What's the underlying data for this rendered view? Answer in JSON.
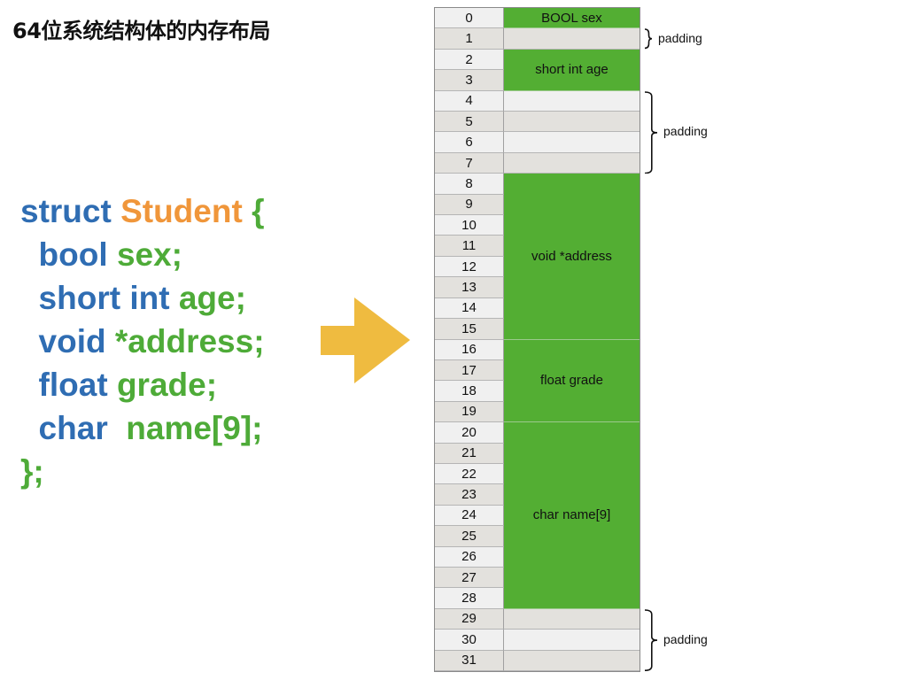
{
  "title": "64位系统结构体的内存布局",
  "code": {
    "lines": [
      [
        {
          "t": "struct ",
          "c": "kw"
        },
        {
          "t": "Student ",
          "c": "ty"
        },
        {
          "t": "{",
          "c": "id"
        }
      ],
      [
        {
          "t": "  bool ",
          "c": "kw"
        },
        {
          "t": "sex;",
          "c": "id"
        }
      ],
      [
        {
          "t": "  short int ",
          "c": "kw"
        },
        {
          "t": "age;",
          "c": "id"
        }
      ],
      [
        {
          "t": "  void ",
          "c": "kw"
        },
        {
          "t": "*address;",
          "c": "id"
        }
      ],
      [
        {
          "t": "  float ",
          "c": "kw"
        },
        {
          "t": "grade;",
          "c": "id"
        }
      ],
      [
        {
          "t": "  char  ",
          "c": "kw"
        },
        {
          "t": "name[9];",
          "c": "id"
        }
      ],
      [
        {
          "t": "};",
          "c": "id"
        }
      ]
    ]
  },
  "memory": {
    "byte_count": 32,
    "colors": {
      "field": "#53ae33",
      "even": "#f0f0f0",
      "odd": "#e3e1dd",
      "arrow": "#efbb40"
    },
    "fields": [
      {
        "label": "BOOL sex",
        "start": 0,
        "end": 0
      },
      {
        "label": "short int age",
        "start": 2,
        "end": 3
      },
      {
        "label": "void *address",
        "start": 8,
        "end": 15
      },
      {
        "label": "float grade",
        "start": 16,
        "end": 19
      },
      {
        "label": "char name[9]",
        "start": 20,
        "end": 28
      }
    ],
    "paddings": [
      {
        "label": "padding",
        "start": 1,
        "end": 1
      },
      {
        "label": "padding",
        "start": 4,
        "end": 7
      },
      {
        "label": "padding",
        "start": 29,
        "end": 31
      }
    ]
  }
}
